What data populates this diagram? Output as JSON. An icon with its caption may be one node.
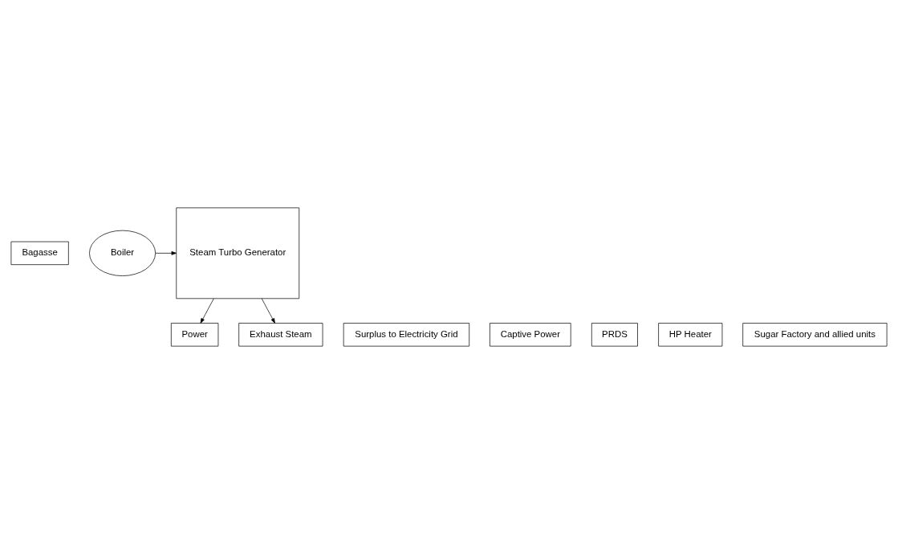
{
  "diagram": {
    "nodes": [
      {
        "text": [
          "Bagasse"
        ]
      },
      {
        "text": [
          "Boiler"
        ]
      },
      {
        "text": [
          "Steam Turbo Generator"
        ]
      },
      {
        "text": [
          "Power"
        ]
      },
      {
        "text": [
          "Exhaust Steam"
        ]
      },
      {
        "text": [
          "Surplus to Electricity Grid"
        ]
      },
      {
        "text": [
          "Captive Power"
        ]
      },
      {
        "text": [
          "PRDS"
        ]
      },
      {
        "text": [
          "HP Heater"
        ]
      },
      {
        "text": [
          "Sugar Factory and allied units"
        ]
      }
    ],
    "edges": [
      {
        "from": 1,
        "to": 2,
        "arrow": "to"
      },
      {
        "from": 2,
        "to": 3,
        "arrow": "to"
      },
      {
        "from": 2,
        "to": 4,
        "arrow": "to"
      }
    ]
  }
}
